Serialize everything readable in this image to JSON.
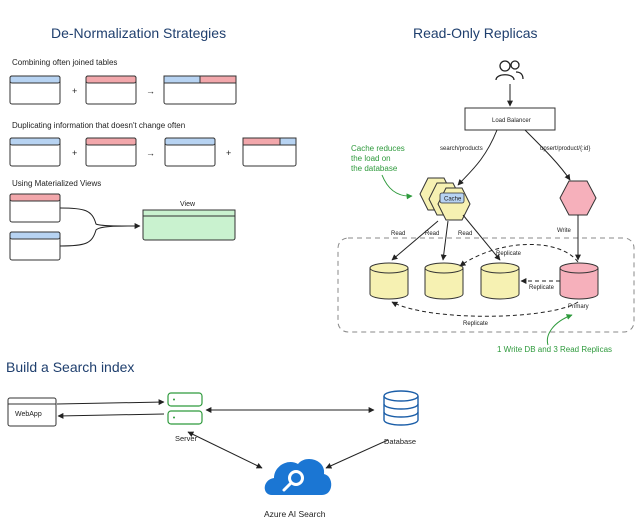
{
  "denorm": {
    "title": "De-Normalization Strategies",
    "combining_label": "Combining often joined tables",
    "duplicating_label": "Duplicating information that doesn't change often",
    "materialized_label": "Using Materialized Views",
    "view_label": "View",
    "plus": "+",
    "arrow": "→"
  },
  "replicas": {
    "title": "Read-Only Replicas",
    "load_balancer": "Load Balancer",
    "search_route": "search/products",
    "upsert_route": "upsert/product/{:id}",
    "cache_note": "Cache reduces the load on the database",
    "cache_label": "Cache",
    "read_label": "Read",
    "write_label": "Write",
    "replicate_label": "Replicate",
    "primary_label": "Primary",
    "summary_note": "1 Write DB and 3 Read Replicas"
  },
  "search": {
    "title": "Build a Search index",
    "webapp": "WebApp",
    "server": "Server",
    "database": "Database",
    "azure": "Azure AI Search"
  },
  "colors": {
    "blue_header": "#b7d3f2",
    "red_header": "#f2a7ab",
    "view_green": "#c9f2cf",
    "cache_yellow": "#f6f1b2",
    "primary_pink": "#f6b0bb",
    "azure_blue": "#1b76d3",
    "title_navy": "#1f3f6e"
  }
}
